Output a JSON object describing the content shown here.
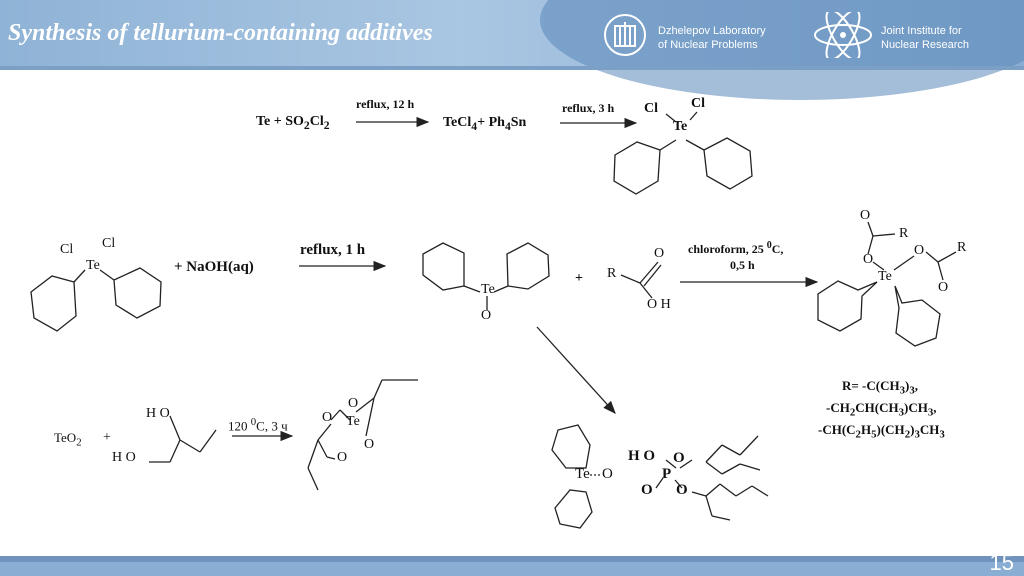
{
  "header": {
    "title": "Synthesis of tellurium-containing additives",
    "lab_line1": "Dzhelepov Laboratory",
    "lab_line2": "of Nuclear Problems",
    "jinr_line1": "Joint Institute for",
    "jinr_line2": "Nuclear Research"
  },
  "reaction1": {
    "reactant": "Te + SO",
    "reactant_sub2": "2",
    "reactant_cl": "Cl",
    "reactant_sub3": "2",
    "cond1": "reflux, 12 h",
    "mid": "TeCl",
    "mid_sub": "4",
    "mid2": "+ Ph",
    "mid2_sub": "4",
    "mid3": "Sn",
    "cond2": "reflux, 3 h",
    "cl": "Cl",
    "te": "Te"
  },
  "reaction2": {
    "cl": "Cl",
    "te": "Te",
    "reagent": "+ NaOH(aq)",
    "cond": "reflux, 1 h",
    "o": "O",
    "plus": "+",
    "r": "R",
    "oh": "O H",
    "cond2_line1": "chloroform, 25 ",
    "cond2_sup": "0",
    "cond2_c": "C,",
    "cond2_line2": "0,5 h"
  },
  "r_groups": {
    "line1": "R= -C(CH",
    "line1_sub": "3",
    "line1_end": ")",
    "line1_sub2": "3",
    "line1_comma": ",",
    "line2": "-CH",
    "line2_sub": "2",
    "line2_b": "CH(CH",
    "line2_sub2": "3",
    "line2_c": ")CH",
    "line2_sub3": "3",
    "line2_comma": ",",
    "line3": "-CH(C",
    "line3_sub": "2",
    "line3_b": "H",
    "line3_sub2": "5",
    "line3_c": ")(CH",
    "line3_sub3": "2",
    "line3_d": ")",
    "line3_sub4": "3",
    "line3_e": "CH",
    "line3_sub5": "3"
  },
  "reaction3": {
    "teo2": "TeO",
    "teo2_sub": "2",
    "plus": "+",
    "ho1": "H O",
    "ho2": "H O",
    "cond": "120 ",
    "cond_sup": "0",
    "cond_end": "C, 3 ч",
    "o": "O",
    "te": "Te"
  },
  "product4": {
    "te_o": "Te",
    "o": "O",
    "ho": "H O",
    "p": "P",
    "o2": "O"
  },
  "footer": {
    "page": "15"
  }
}
